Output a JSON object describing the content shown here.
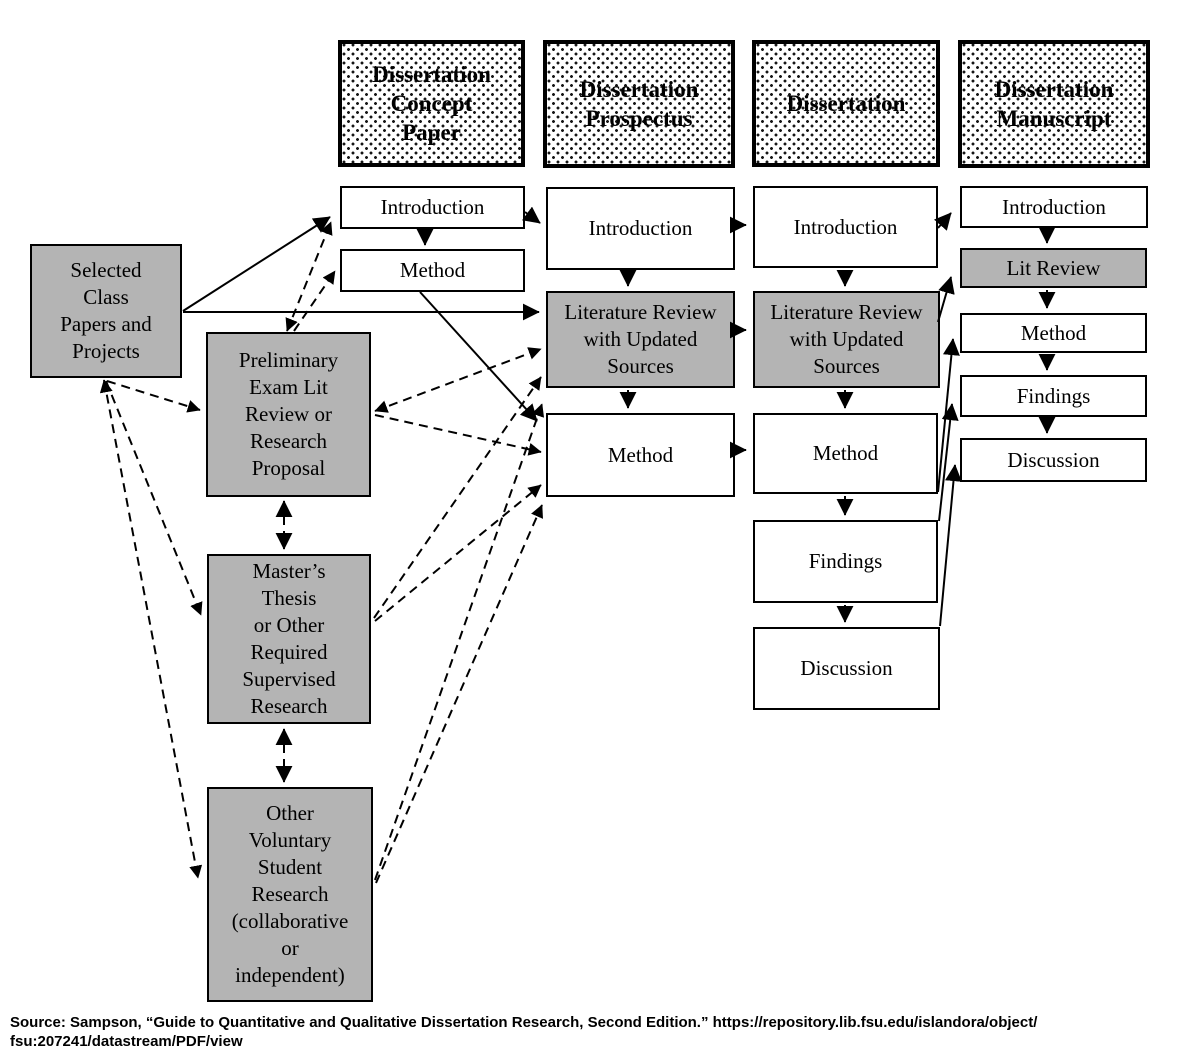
{
  "diagram": {
    "headers": [
      {
        "label": "Dissertation\nConcept\nPaper"
      },
      {
        "label": "Dissertation\nProspectus"
      },
      {
        "label": "Dissertation"
      },
      {
        "label": "Dissertation\nManuscript"
      }
    ],
    "sources": [
      {
        "label": "Selected\nClass\nPapers and\nProjects"
      },
      {
        "label": "Preliminary\nExam Lit\nReview or\nResearch\nProposal"
      },
      {
        "label": "Master’s\nThesis\nor Other\nRequired\nSupervised\nResearch"
      },
      {
        "label": "Other\nVoluntary\nStudent\nResearch\n(collaborative\nor\nindependent)"
      }
    ],
    "concept_paper": {
      "introduction": "Introduction",
      "method": "Method"
    },
    "prospectus": {
      "introduction": "Introduction",
      "lit_review": "Literature Review\nwith Updated\nSources",
      "method": "Method"
    },
    "dissertation": {
      "introduction": "Introduction",
      "lit_review": "Literature Review\nwith Updated\nSources",
      "method": "Method",
      "findings": "Findings",
      "discussion": "Discussion"
    },
    "manuscript": {
      "introduction": "Introduction",
      "lit_review": "Lit Review",
      "method": "Method",
      "findings": "Findings",
      "discussion": "Discussion"
    },
    "colors": {
      "gray_fill": "#b4b4b4",
      "white_fill": "#ffffff",
      "line": "#000000"
    },
    "source_note": "Source: Sampson, “Guide to Quantitative and Qualitative Dissertation Research, Second Edition.” https://repository.lib.fsu.edu/islandora/object/\nfsu:207241/datastream/PDF/view"
  }
}
